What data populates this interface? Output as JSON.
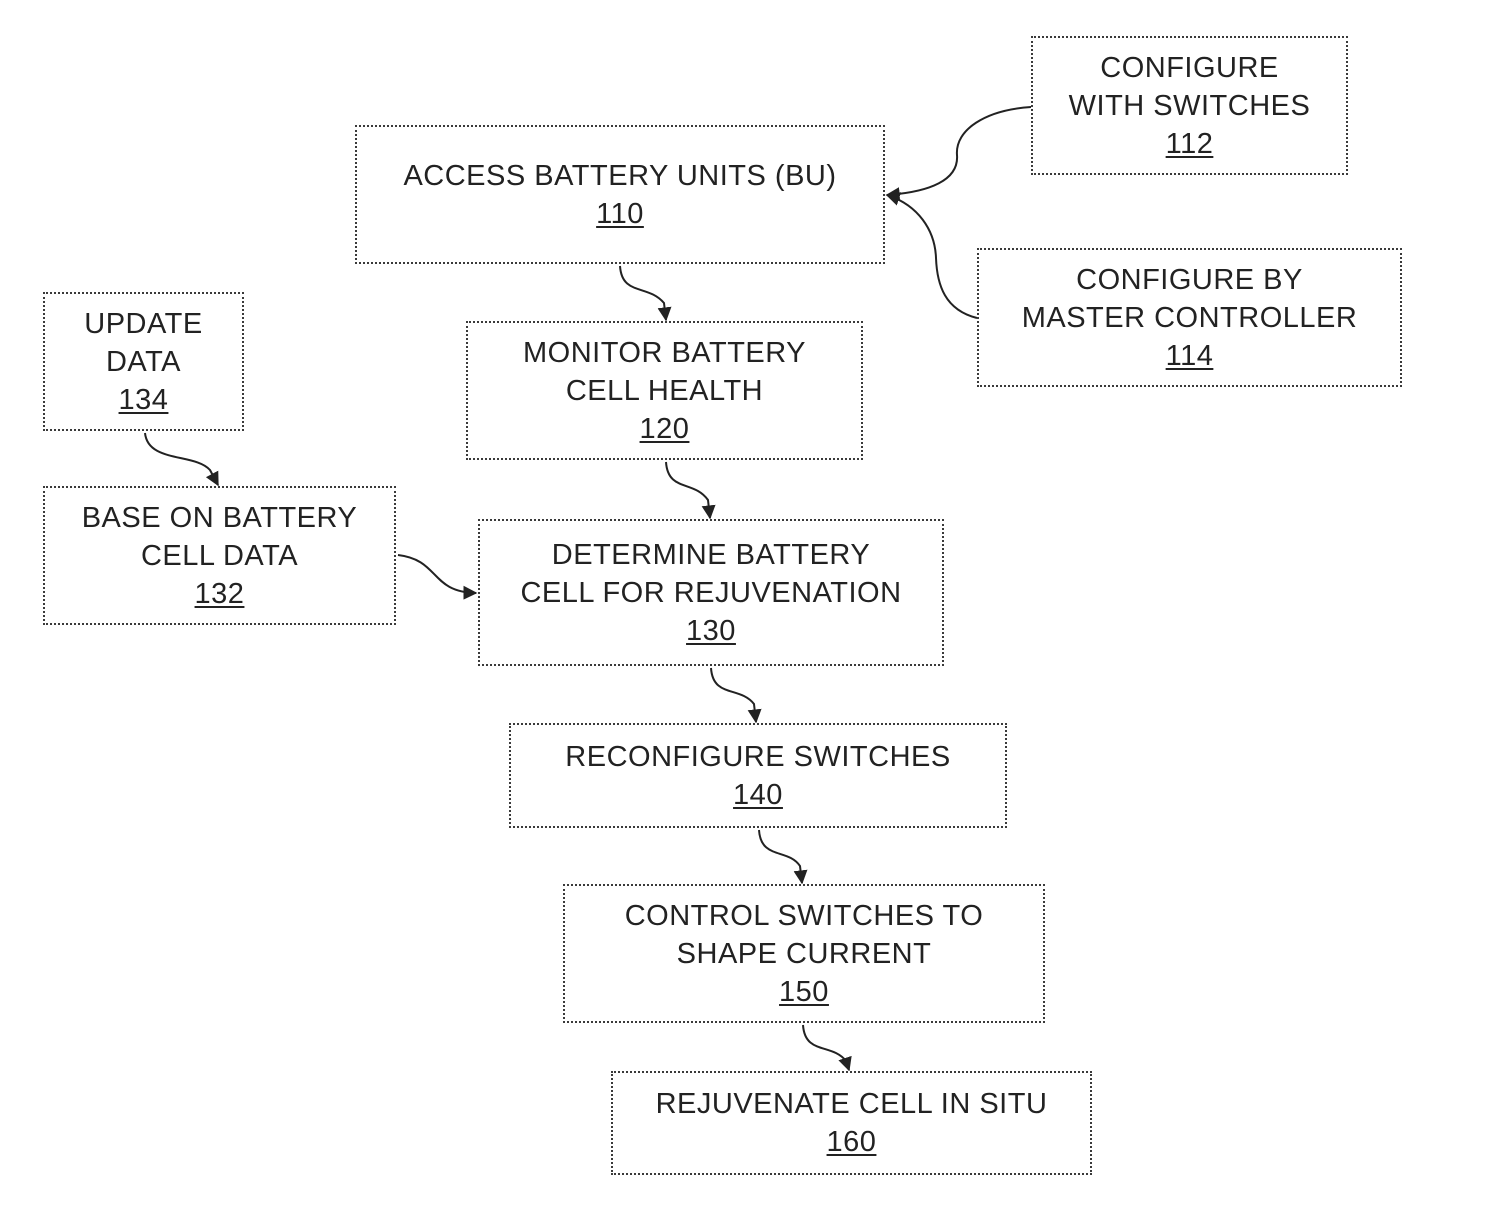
{
  "colors": {
    "background": "#ffffff",
    "ink": "#222222",
    "border": "#3a3a3a"
  },
  "boxes": {
    "access": {
      "lines": [
        "ACCESS BATTERY UNITS (BU)"
      ],
      "ref": "110"
    },
    "configure_switches": {
      "lines": [
        "CONFIGURE",
        "WITH SWITCHES"
      ],
      "ref": "112"
    },
    "configure_master": {
      "lines": [
        "CONFIGURE BY",
        "MASTER CONTROLLER"
      ],
      "ref": "114"
    },
    "monitor": {
      "lines": [
        "MONITOR BATTERY",
        "CELL HEALTH"
      ],
      "ref": "120"
    },
    "update": {
      "lines": [
        "UPDATE",
        "DATA"
      ],
      "ref": "134"
    },
    "base": {
      "lines": [
        "BASE ON BATTERY",
        "CELL DATA"
      ],
      "ref": "132"
    },
    "determine": {
      "lines": [
        "DETERMINE BATTERY",
        "CELL FOR REJUVENATION"
      ],
      "ref": "130"
    },
    "reconfigure": {
      "lines": [
        "RECONFIGURE SWITCHES"
      ],
      "ref": "140"
    },
    "control": {
      "lines": [
        "CONTROL SWITCHES TO",
        "SHAPE CURRENT"
      ],
      "ref": "150"
    },
    "rejuvenate": {
      "lines": [
        "REJUVENATE CELL IN SITU"
      ],
      "ref": "160"
    }
  },
  "connections": [
    {
      "from": "configure_switches",
      "to": "access"
    },
    {
      "from": "configure_master",
      "to": "access"
    },
    {
      "from": "access",
      "to": "monitor"
    },
    {
      "from": "monitor",
      "to": "determine"
    },
    {
      "from": "update",
      "to": "base"
    },
    {
      "from": "base",
      "to": "determine"
    },
    {
      "from": "determine",
      "to": "reconfigure"
    },
    {
      "from": "reconfigure",
      "to": "control"
    },
    {
      "from": "control",
      "to": "rejuvenate"
    }
  ]
}
